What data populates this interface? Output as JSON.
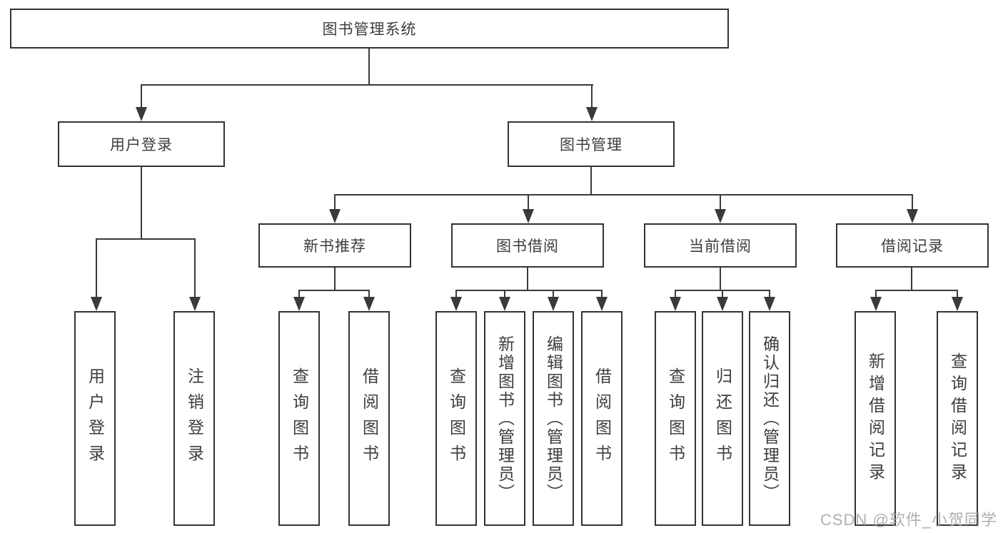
{
  "diagram": {
    "root": {
      "label": "图书管理系统"
    },
    "level2": [
      {
        "label": "用户登录"
      },
      {
        "label": "图书管理"
      }
    ],
    "level3": [
      {
        "label": "新书推荐"
      },
      {
        "label": "图书借阅"
      },
      {
        "label": "当前借阅"
      },
      {
        "label": "借阅记录"
      }
    ],
    "leaves": [
      {
        "label": "用户登录"
      },
      {
        "label": "注销登录"
      },
      {
        "label": "查询图书"
      },
      {
        "label": "借阅图书"
      },
      {
        "label": "查询图书"
      },
      {
        "label": "新增图书（管理员）"
      },
      {
        "label": "编辑图书（管理员）"
      },
      {
        "label": "借阅图书"
      },
      {
        "label": "查询图书"
      },
      {
        "label": "归还图书"
      },
      {
        "label": "确认归还（管理员）"
      },
      {
        "label": "新增借阅记录"
      },
      {
        "label": "查询借阅记录"
      }
    ],
    "watermark": "CSDN @软件_小贺同学",
    "colors": {
      "line": "#3a3a3a",
      "box_border": "#333333",
      "box_fill": "#ffffff",
      "text": "#3d3d3d",
      "watermark": "#a2a2a2"
    }
  }
}
